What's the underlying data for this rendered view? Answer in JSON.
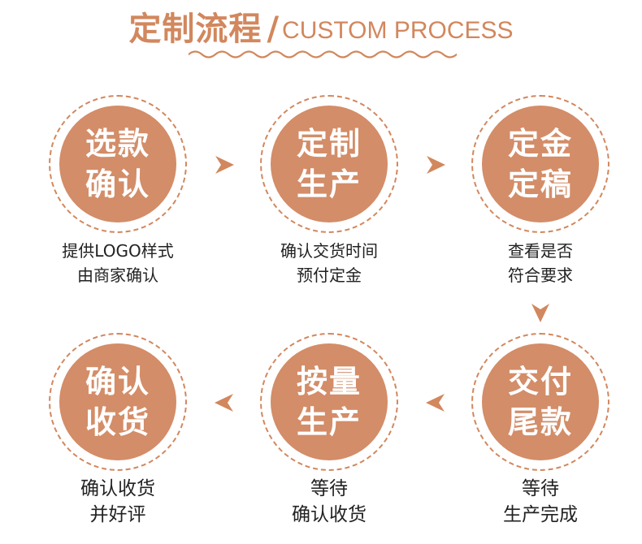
{
  "header": {
    "title_cn": "定制流程",
    "slash": "/",
    "title_en": "CUSTOM PROCESS"
  },
  "colors": {
    "accent": "#d2875d",
    "disc": "#d38d68",
    "text": "#222222"
  },
  "steps": [
    {
      "line1": "选款",
      "line2": "确认",
      "caption1": "提供LOGO样式",
      "caption2": "由商家确认"
    },
    {
      "line1": "定制",
      "line2": "生产",
      "caption1": "确认交货时间",
      "caption2": "预付定金"
    },
    {
      "line1": "定金",
      "line2": "定稿",
      "caption1": "查看是否",
      "caption2": "符合要求"
    },
    {
      "line1": "交付",
      "line2": "尾款",
      "caption1": "等待",
      "caption2": "生产完成"
    },
    {
      "line1": "按量",
      "line2": "生产",
      "caption1": "等待",
      "caption2": "确认收货"
    },
    {
      "line1": "确认",
      "line2": "收货",
      "caption1": "确认收货",
      "caption2": "并好评"
    }
  ]
}
